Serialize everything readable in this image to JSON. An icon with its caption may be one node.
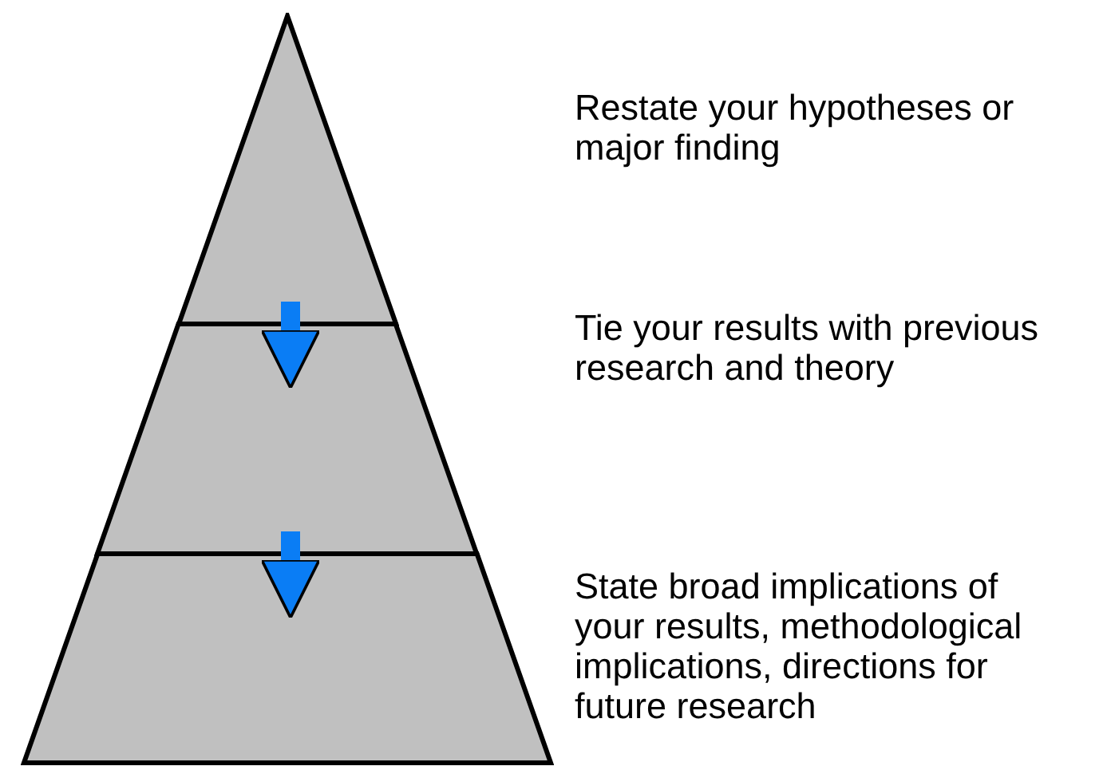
{
  "diagram": {
    "nodes": [
      {
        "text": [],
        "shape": "triangle"
      },
      {
        "text": [],
        "shape": "trapezoid",
        "beside": [
          "Tie your results with previous research and theory"
        ]
      },
      {
        "text": [],
        "shape": "trapezoid",
        "beside": [
          "State broad implications of your results, methodological implications, directions for future research"
        ]
      }
    ],
    "edges": [
      {
        "from": 0,
        "to": 1,
        "arrow": "to"
      },
      {
        "from": 1,
        "to": 2,
        "arrow": "to"
      }
    ],
    "labels": [
      "Restate your hypotheses or major finding"
    ]
  }
}
